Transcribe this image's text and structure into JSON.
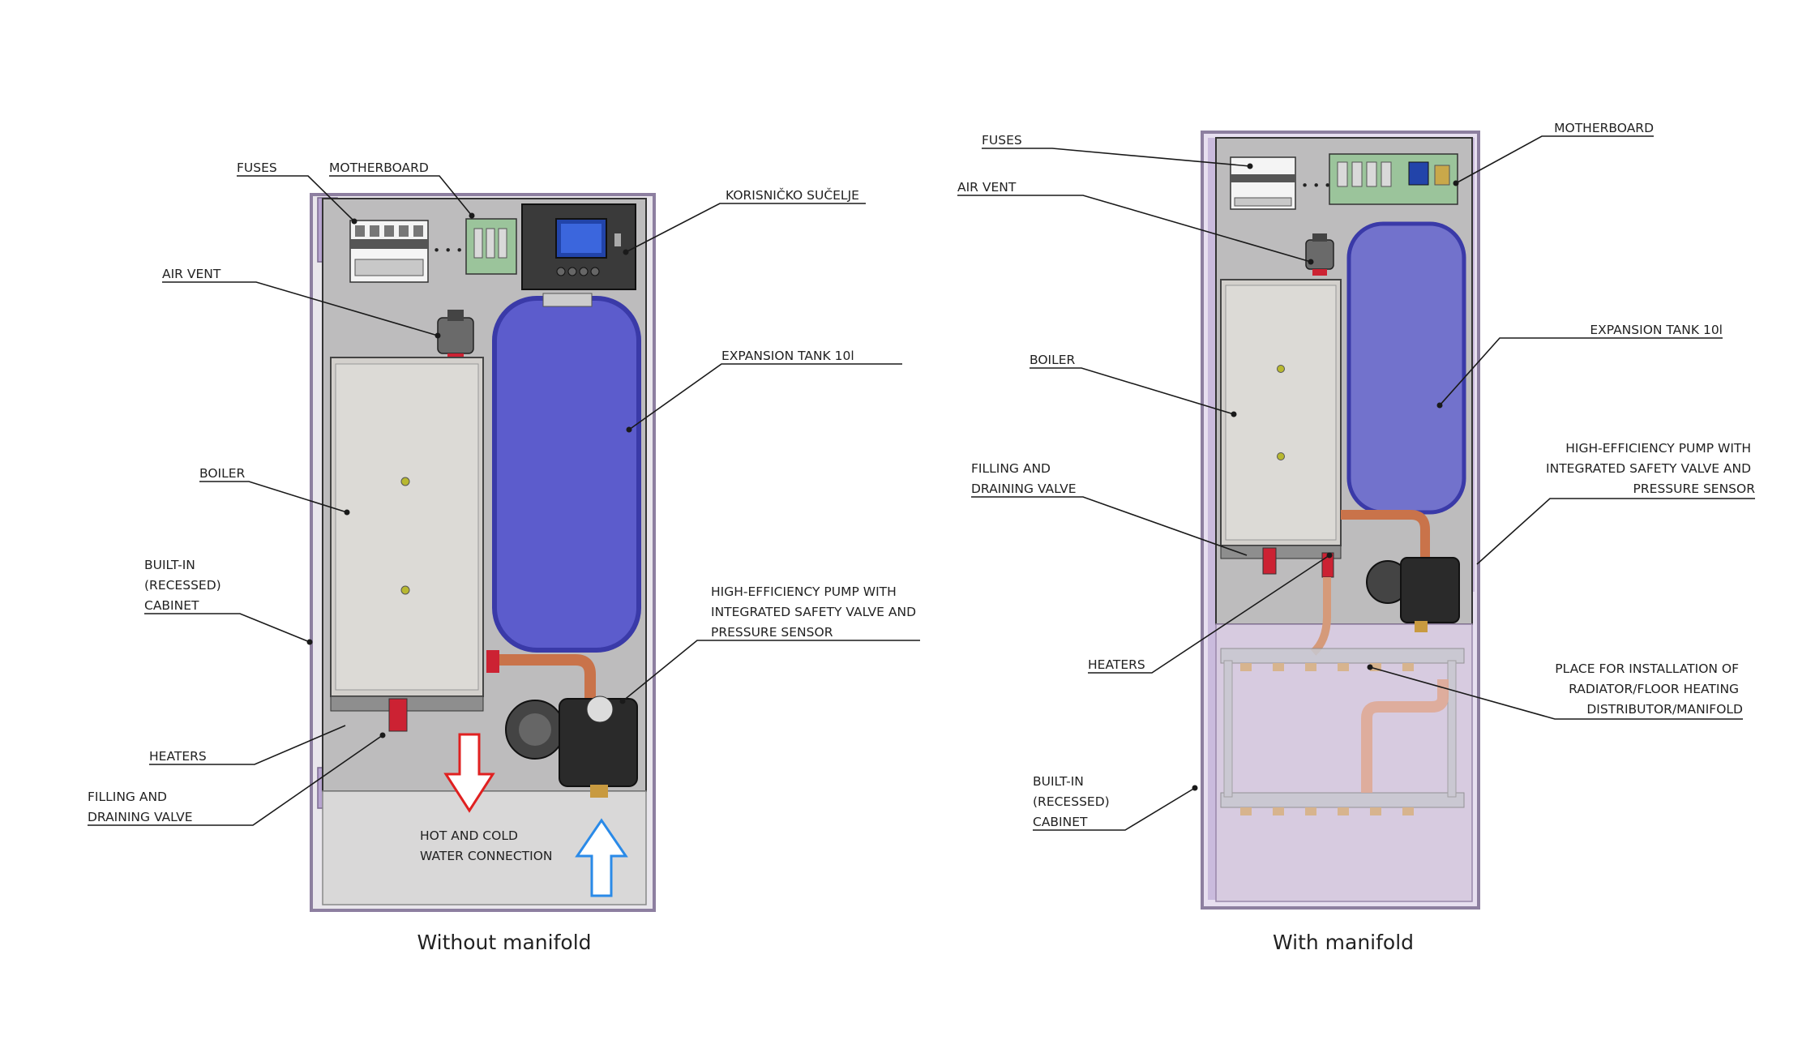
{
  "colors": {
    "cabinet_frame": "#a89bb5",
    "panel_grey": "#bdbcbd",
    "boiler": "#d3d0cc",
    "expansion_tank": "#5c5ccc",
    "tank_outline": "#3a3aa8",
    "pipe_copper": "#c9734a",
    "manifold_area": "#d7cbe0",
    "hot_arrow": "#e02020",
    "cold_arrow": "#2a8ae8"
  },
  "left": {
    "caption": "Without manifold",
    "labels": {
      "fuses": "FUSES",
      "motherboard": "MOTHERBOARD",
      "user_interface": "KORISNIČKO SUČELJE",
      "air_vent": "AIR VENT",
      "expansion_tank": "EXPANSION TANK 10l",
      "boiler": "BOILER",
      "cabinet": [
        "BUILT-IN",
        "(RECESSED)",
        "CABINET"
      ],
      "pump": [
        "HIGH-EFFICIENCY PUMP WITH",
        "INTEGRATED SAFETY VALVE AND",
        "PRESSURE SENSOR"
      ],
      "heaters": "HEATERS",
      "filling_valve": [
        "FILLING AND",
        "DRAINING VALVE"
      ],
      "water_connection": [
        "HOT AND COLD",
        "WATER CONNECTION"
      ]
    }
  },
  "right": {
    "caption": "With manifold",
    "labels": {
      "fuses": "FUSES",
      "motherboard": "MOTHERBOARD",
      "air_vent": "AIR VENT",
      "expansion_tank": "EXPANSION TANK 10l",
      "boiler": "BOILER",
      "pump": [
        "HIGH-EFFICIENCY PUMP WITH",
        "INTEGRATED SAFETY VALVE AND",
        "PRESSURE SENSOR"
      ],
      "filling_valve": [
        "FILLING AND",
        "DRAINING VALVE"
      ],
      "heaters": "HEATERS",
      "manifold": [
        "PLACE FOR INSTALLATION OF",
        "RADIATOR/FLOOR HEATING",
        "DISTRIBUTOR/MANIFOLD"
      ],
      "cabinet": [
        "BUILT-IN",
        "(RECESSED)",
        "CABINET"
      ]
    }
  }
}
